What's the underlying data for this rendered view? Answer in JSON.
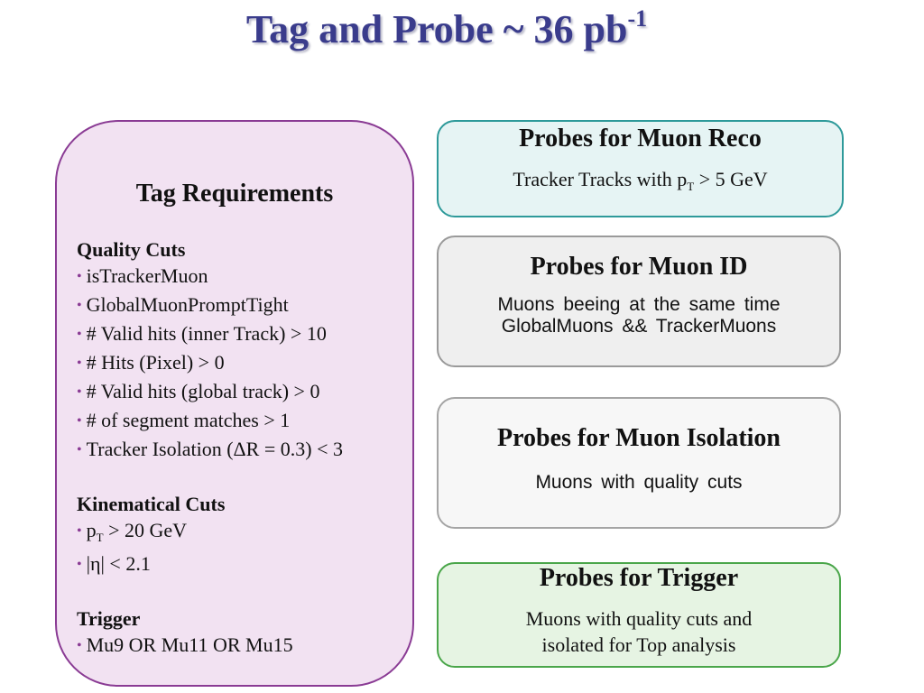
{
  "title": {
    "main": "Tag and Probe ~ 36 pb",
    "exponent": "-1"
  },
  "tag_requirements": {
    "title": "Tag Requirements",
    "quality_cuts": {
      "heading": "Quality Cuts",
      "items": [
        "isTrackerMuon",
        "GlobalMuonPromptTight",
        "# Valid hits (inner Track) > 10",
        "# Hits (Pixel) > 0",
        "# Valid hits (global track) > 0",
        "# of segment matches > 1",
        "Tracker Isolation (ΔR = 0.3) < 3"
      ]
    },
    "kinematical_cuts": {
      "heading": "Kinematical Cuts",
      "pt": {
        "base": "p",
        "subscript": "T",
        "rest": " > 20 GeV"
      },
      "eta": "|η| < 2.1"
    },
    "trigger": {
      "heading": "Trigger",
      "items": [
        "Mu9 OR Mu11 OR Mu15"
      ]
    }
  },
  "probes": {
    "reco": {
      "title": "Probes for Muon Reco",
      "desc_prefix": "Tracker Tracks with p",
      "desc_subscript": "T",
      "desc_suffix": " > 5 GeV"
    },
    "id": {
      "title": "Probes for Muon ID",
      "line1": "Muons beeing at the same time",
      "line2": "GlobalMuons && TrackerMuons"
    },
    "isolation": {
      "title": "Probes for Muon Isolation",
      "desc": "Muons with quality cuts"
    },
    "trigger": {
      "title": "Probes for Trigger",
      "line1": "Muons with quality cuts and",
      "line2": "isolated for Top analysis"
    }
  },
  "bullet_symbol": "•",
  "colors": {
    "title": "#3a3c8c",
    "tag_border": "#8a3b94",
    "tag_fill": "#f2e2f2",
    "reco_border": "#2e9a9a",
    "reco_fill": "#e6f4f4",
    "trigger_border": "#4aa64a",
    "trigger_fill": "#e6f4e3"
  }
}
